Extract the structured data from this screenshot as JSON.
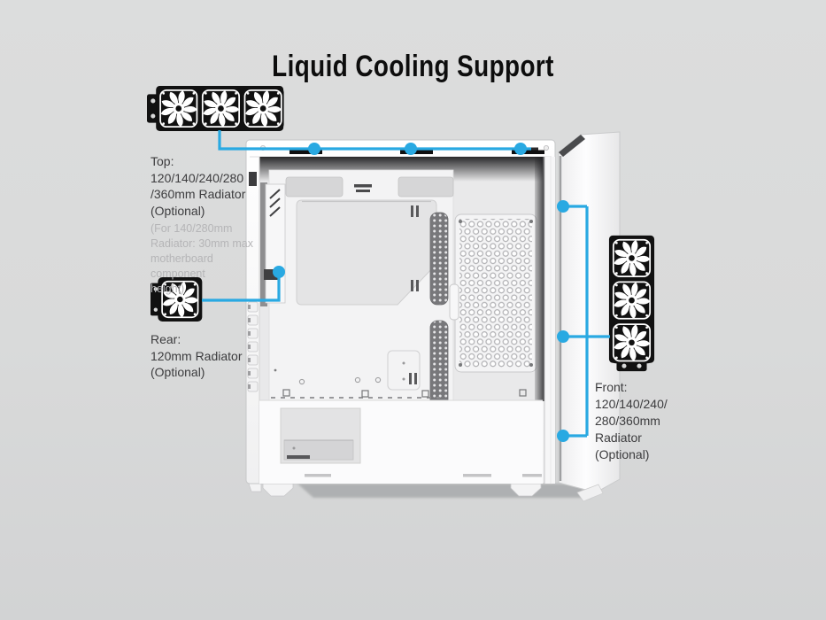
{
  "title": "Liquid Cooling Support",
  "colors": {
    "accent": "#29a9e2",
    "background_top": "#dcdddd",
    "background_bottom": "#d2d3d4",
    "radiator_body": "#111111",
    "case_body": "#fbfbfc"
  },
  "annotations": {
    "top": {
      "icon": "triple-fan-radiator-horizontal",
      "label": "Top:\n120/140/240/280\n/360mm Radiator\n(Optional)",
      "note": "(For 140/280mm\nRadiator: 30mm max\nmotherboard component\nheight)"
    },
    "rear": {
      "icon": "single-fan-radiator",
      "label": "Rear:\n120mm Radiator\n(Optional)"
    },
    "front": {
      "icon": "triple-fan-radiator-vertical",
      "label": "Front:\n120/140/240/\n280/360mm\nRadiator\n(Optional)"
    }
  }
}
